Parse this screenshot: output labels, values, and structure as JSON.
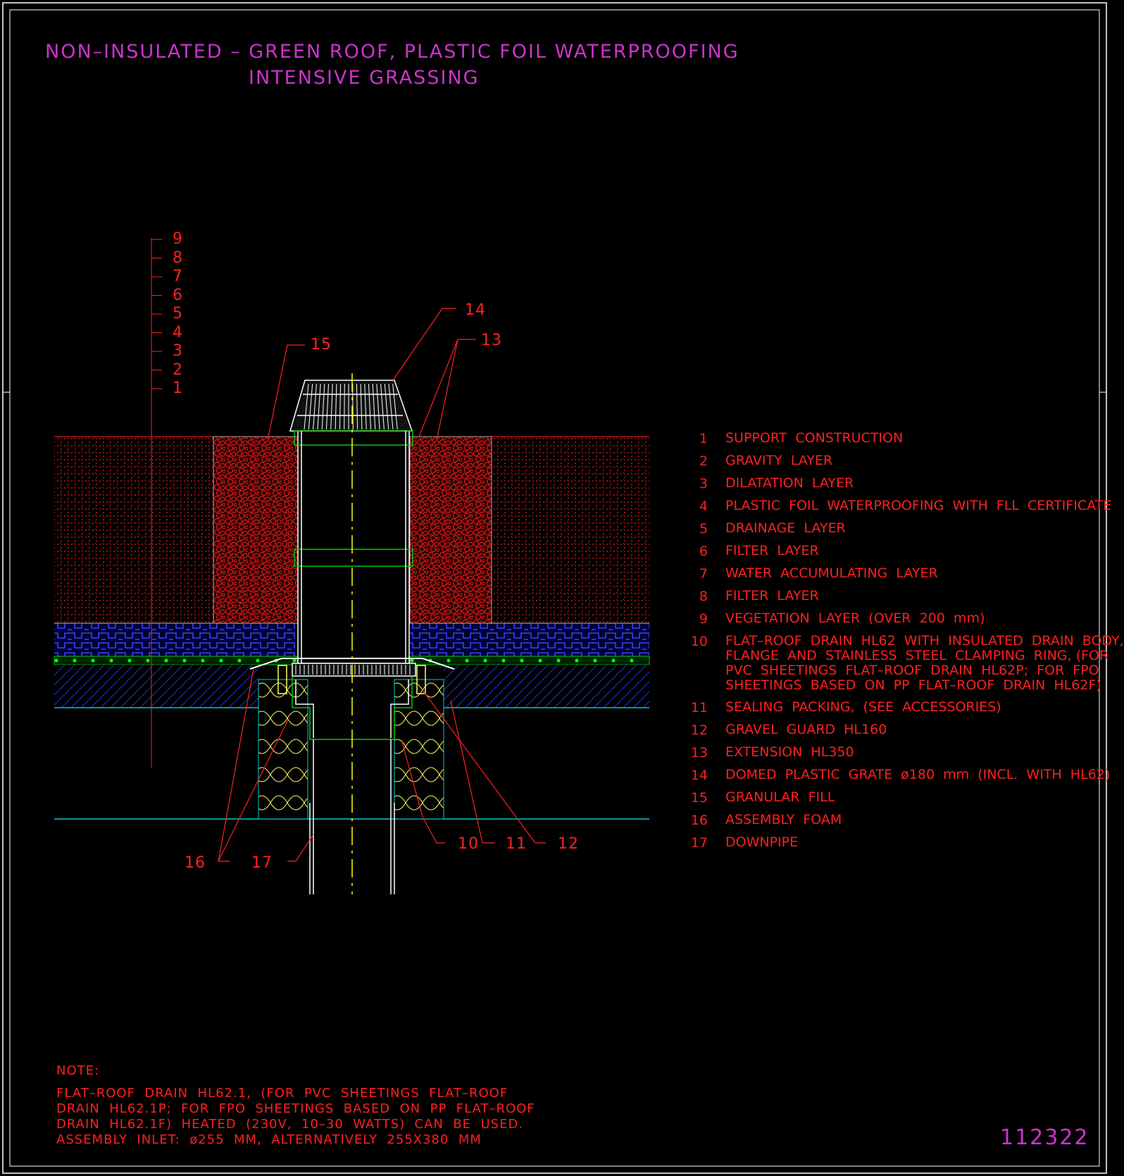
{
  "title": {
    "line1": "NON–INSULATED  –  GREEN  ROOF,  PLASTIC  FOIL  WATERPROOFING",
    "line2": "INTENSIVE  GRASSING"
  },
  "layer_scale": [
    "9",
    "8",
    "7",
    "6",
    "5",
    "4",
    "3",
    "2",
    "1"
  ],
  "callouts": {
    "c14": "14",
    "c15": "15",
    "c13": "13",
    "c10": "10",
    "c11": "11",
    "c12": "12",
    "c16": "16",
    "c17": "17"
  },
  "legend": [
    {
      "num": "1",
      "text": "SUPPORT  CONSTRUCTION"
    },
    {
      "num": "2",
      "text": "GRAVITY  LAYER"
    },
    {
      "num": "3",
      "text": "DILATATION  LAYER"
    },
    {
      "num": "4",
      "text": "PLASTIC  FOIL  WATERPROOFING  WITH  FLL  CERTIFICATE"
    },
    {
      "num": "5",
      "text": "DRAINAGE  LAYER"
    },
    {
      "num": "6",
      "text": "FILTER  LAYER"
    },
    {
      "num": "7",
      "text": "WATER  ACCUMULATING  LAYER"
    },
    {
      "num": "8",
      "text": "FILTER  LAYER"
    },
    {
      "num": "9",
      "text": "VEGETATION  LAYER  (OVER  200  mm)"
    },
    {
      "num": "10",
      "text": "FLAT–ROOF  DRAIN  HL62  WITH  INSULATED  DRAIN  BODY,\nFLANGE  AND  STAINLESS  STEEL  CLAMPING  RING, (FOR\nPVC  SHEETINGS  FLAT–ROOF  DRAIN  HL62P;  FOR  FPO\nSHEETINGS  BASED  ON  PP  FLAT–ROOF  DRAIN  HL62F)"
    },
    {
      "num": "11",
      "text": "SEALING  PACKING,  (SEE  ACCESSORIES)"
    },
    {
      "num": "12",
      "text": "GRAVEL  GUARD  HL160"
    },
    {
      "num": "13",
      "text": "EXTENSION  HL350"
    },
    {
      "num": "14",
      "text": "DOMED  PLASTIC  GRATE  ø180  mm  (INCL.  WITH  HL62)"
    },
    {
      "num": "15",
      "text": "GRANULAR  FILL"
    },
    {
      "num": "16",
      "text": "ASSEMBLY  FOAM"
    },
    {
      "num": "17",
      "text": "DOWNPIPE"
    }
  ],
  "note": {
    "heading": "NOTE:",
    "body": "FLAT–ROOF  DRAIN  HL62.1,  (FOR  PVC  SHEETINGS  FLAT–ROOF\nDRAIN  HL62.1P;  FOR  FPO  SHEETINGS  BASED  ON  PP  FLAT–ROOF\nDRAIN  HL62.1F)  HEATED  (230V,  10–30  WATTS)  CAN  BE  USED.\nASSEMBLY  INLET:  ø255  MM,  ALTERNATIVELY  255X380  MM"
  },
  "drawing_number": "112322",
  "colors": {
    "background": "#000000",
    "frame": "#ffffff",
    "title": "#cc33cc",
    "text": "#ff2020",
    "soil": "#ff2020",
    "granular_fill": "#ff2020",
    "drainage": "#2222ff",
    "waterproofing": "#00cc00",
    "insulation": "#ffff66",
    "reference_line": "#00cccc",
    "drain_body": "#ffffff"
  }
}
